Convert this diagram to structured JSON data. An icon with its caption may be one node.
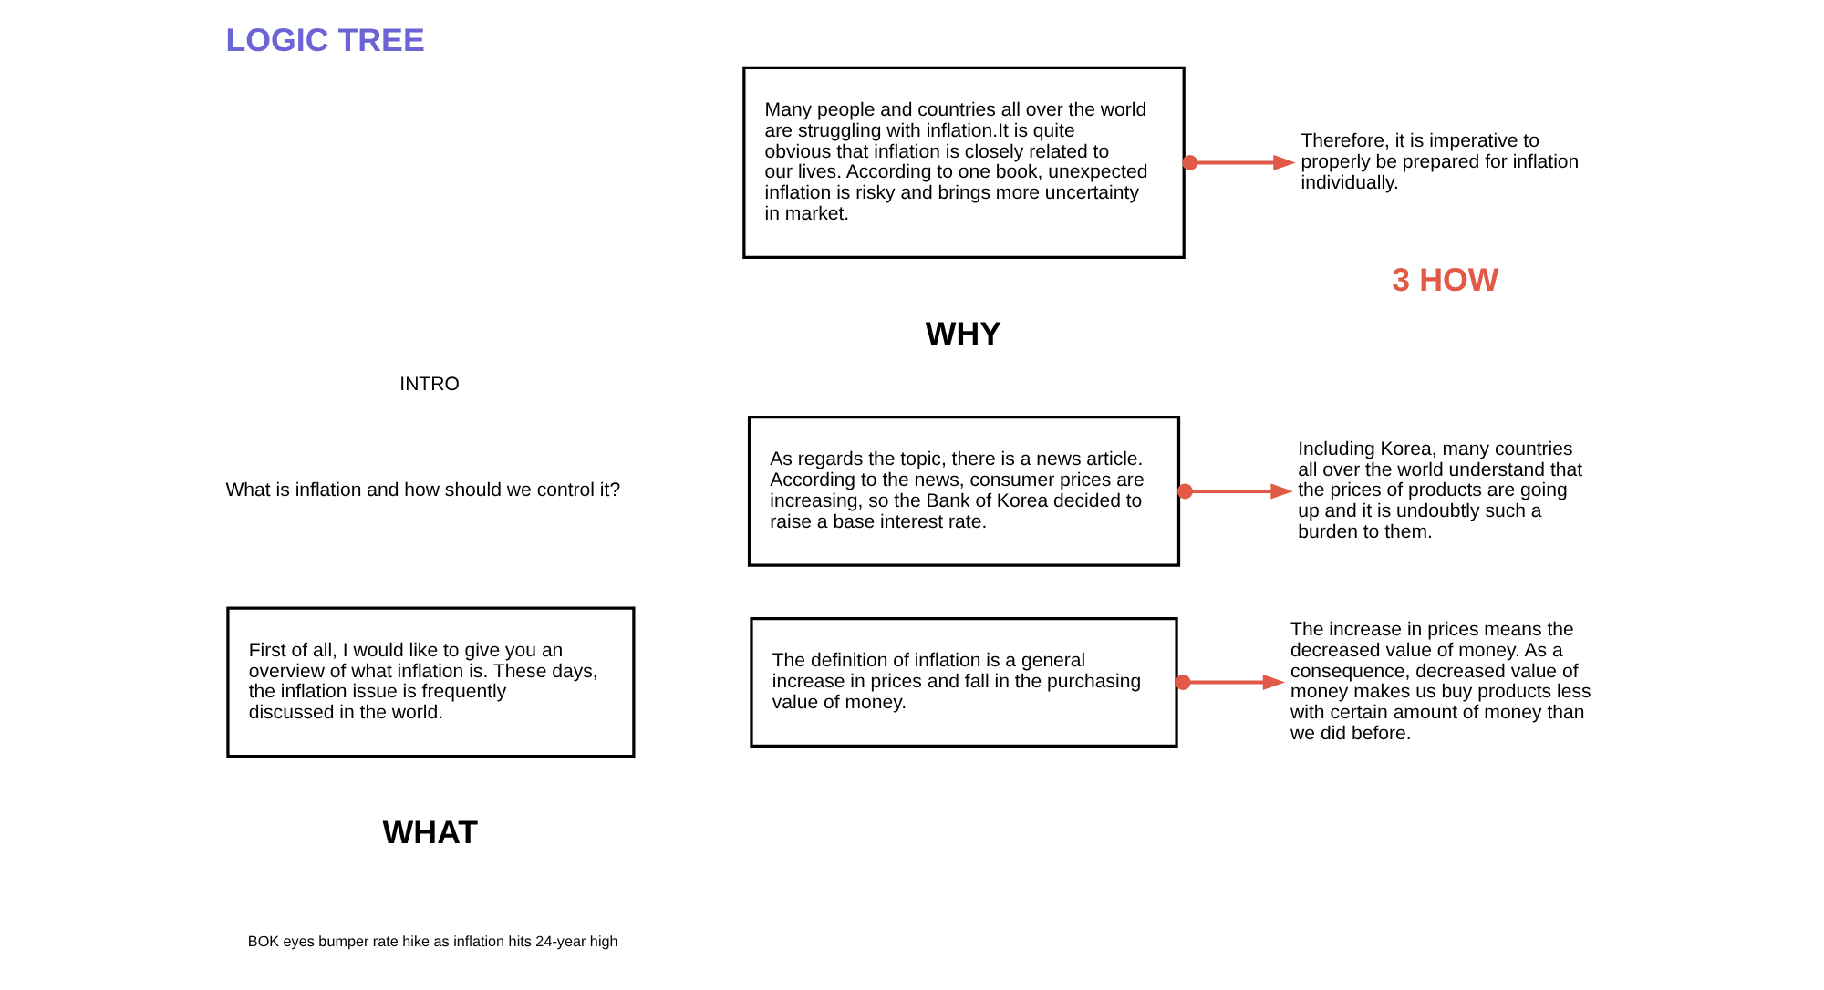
{
  "diagram": {
    "title": "LOGIC TREE",
    "nodes": [
      {
        "text": [
          "First of all, I would like to give you an overview of what inflation is. These days, the inflation issue is frequently discussed in the world."
        ]
      },
      {
        "text": [
          "As regards the topic, there is a news article. According to the news, consumer prices are increasing, so the Bank of Korea decided to raise a base interest rate."
        ]
      },
      {
        "text": [
          "The definition of inflation is a general increase in prices and fall in the purchasing value of money."
        ]
      },
      {
        "text": [
          "Many people and countries all over the world are struggling with inflation.It is quite obvious that inflation is closely related to our lives. According to one book, unexpected inflation is risky and brings more uncertainty in market."
        ]
      },
      {
        "text": [
          "Including Korea, many countries all over the world understand that the prices of products are going up and it is undoubtly such a burden to them."
        ]
      },
      {
        "text": [
          "The increase in prices means the decreased value of money. As a consequence, decreased value of money makes us buy products less with certain amount of money than we did before."
        ]
      },
      {
        "text": [
          "Therefore, it is imperative to properly be prepared for inflation individually."
        ]
      }
    ],
    "edges": [
      {
        "from": 1,
        "to": 4,
        "arrow": "to"
      },
      {
        "from": 2,
        "to": 5,
        "arrow": "to"
      },
      {
        "from": 3,
        "to": 6,
        "arrow": "to"
      }
    ],
    "labels": [
      "INTRO",
      "What is inflation and how should we control it?",
      "WHAT",
      "BOK eyes bumper rate hike as inflation hits 24-year high",
      "WHY",
      "3 HOW"
    ]
  }
}
